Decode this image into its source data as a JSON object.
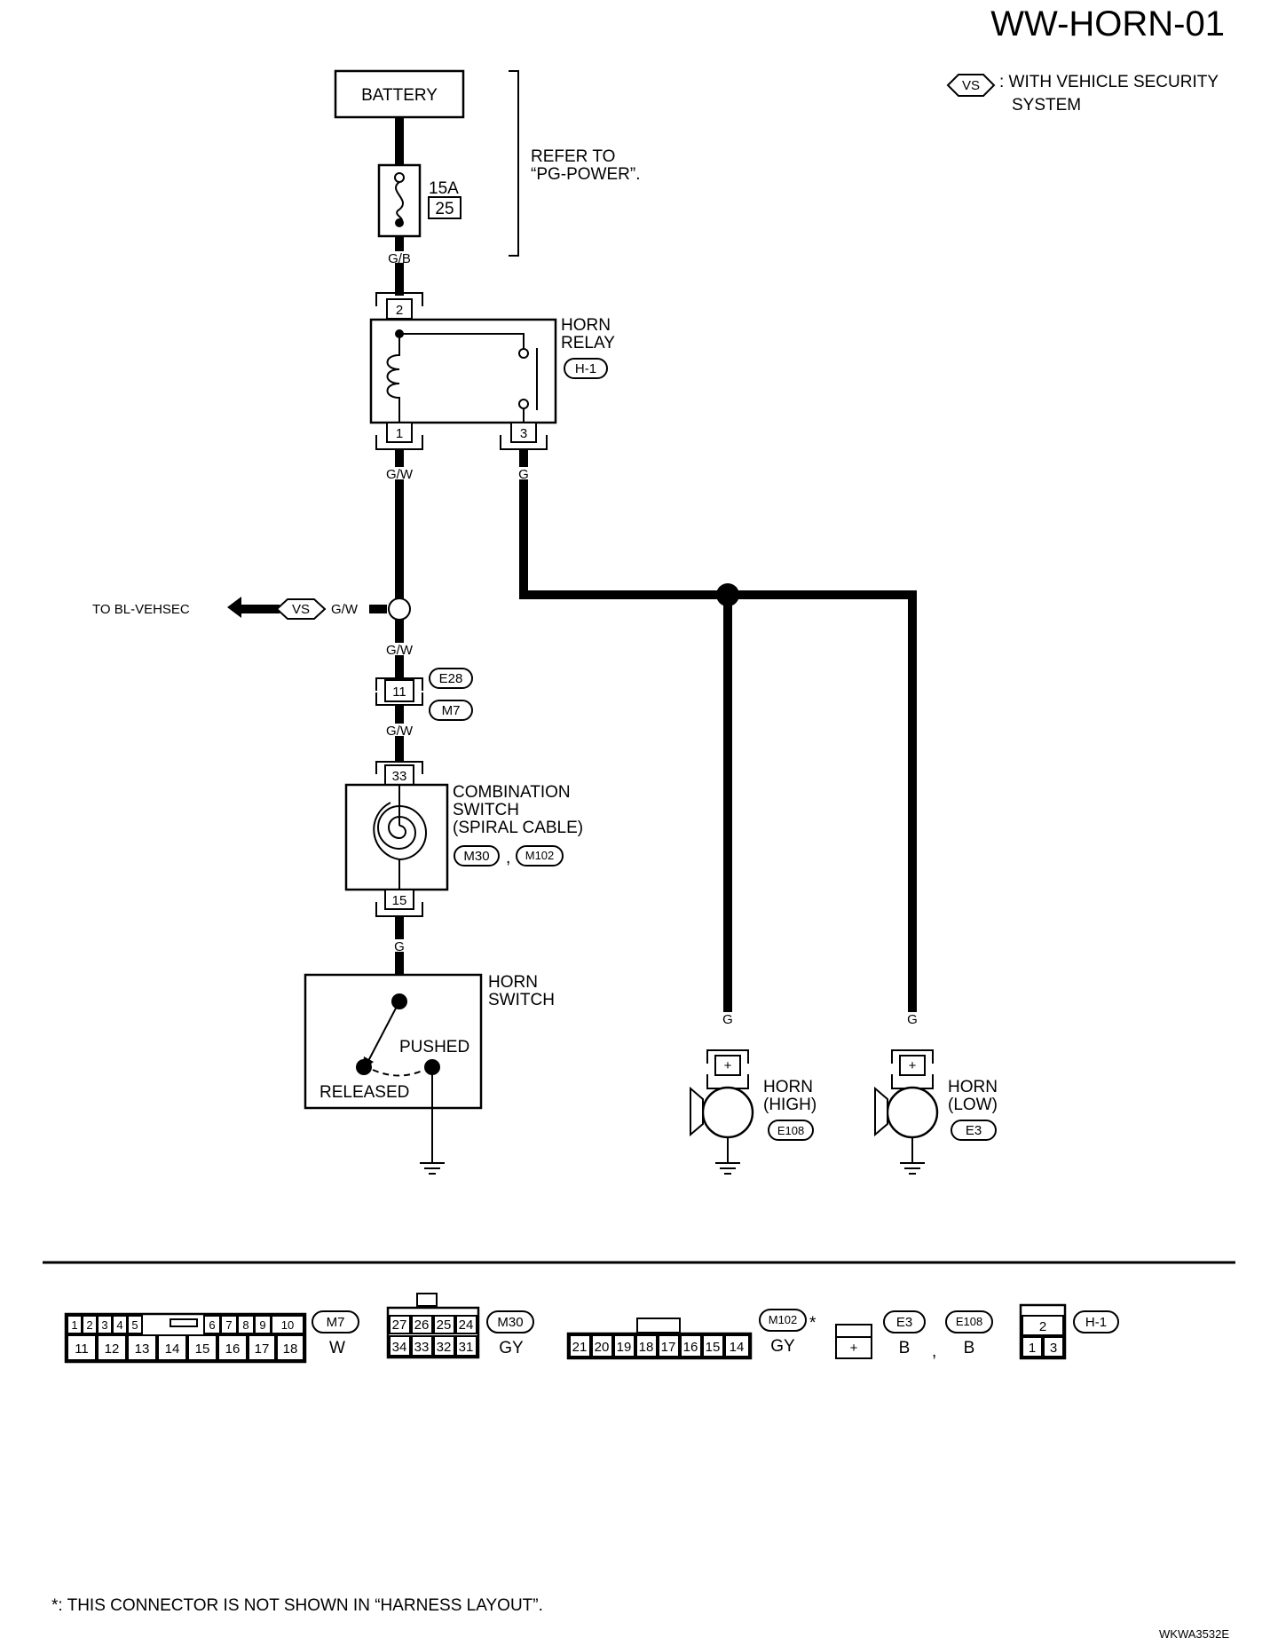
{
  "title": "WW-HORN-01",
  "legend": {
    "tag": "VS",
    "text_line1": ": WITH VEHICLE SECURITY",
    "text_line2": "SYSTEM"
  },
  "battery": {
    "label": "BATTERY"
  },
  "fuse": {
    "rating": "15A",
    "number": "25"
  },
  "refer": {
    "line1": "REFER TO",
    "line2": "“PG-POWER”."
  },
  "wires": {
    "gb": "G/B",
    "gw_relay": "G/W",
    "g_relay": "G",
    "gw_branch": "G/W",
    "gw_above_conn": "G/W",
    "gw_below_conn": "G/W",
    "g_switch": "G",
    "g_horn_high": "G",
    "g_horn_low": "G"
  },
  "relay": {
    "line1": "HORN",
    "line2": "RELAY",
    "conn": "H-1",
    "pin_top": "2",
    "pin_left": "1",
    "pin_right": "3"
  },
  "branch": {
    "label": "TO BL-VEHSEC",
    "tag": "VS"
  },
  "inline_connector": {
    "pin": "11",
    "conn_upper": "E28",
    "conn_lower": "M7"
  },
  "combination_switch": {
    "line1": "COMBINATION",
    "line2": "SWITCH",
    "line3": "(SPIRAL CABLE)",
    "conn1": "M30",
    "sep": ",",
    "conn2": "M102",
    "pin_top": "33",
    "pin_bottom": "15"
  },
  "horn_switch": {
    "line1": "HORN",
    "line2": "SWITCH",
    "pushed": "PUSHED",
    "released": "RELEASED"
  },
  "horn_high": {
    "line1": "HORN",
    "line2": "(HIGH)",
    "conn": "E108",
    "pin": "+"
  },
  "horn_low": {
    "line1": "HORN",
    "line2": "(LOW)",
    "conn": "E3",
    "pin": "+"
  },
  "connectors": {
    "m7": {
      "id": "M7",
      "color": "W",
      "top_pins": [
        "1",
        "2",
        "3",
        "4",
        "5",
        "6",
        "7",
        "8",
        "9",
        "10"
      ],
      "bottom_pins": [
        "11",
        "12",
        "13",
        "14",
        "15",
        "16",
        "17",
        "18"
      ]
    },
    "m30": {
      "id": "M30",
      "color": "GY",
      "top_pins": [
        "27",
        "26",
        "25",
        "24"
      ],
      "bottom_pins": [
        "34",
        "33",
        "32",
        "31"
      ]
    },
    "m102": {
      "id": "M102",
      "star": "*",
      "color": "GY",
      "pins": [
        "21",
        "20",
        "19",
        "18",
        "17",
        "16",
        "15",
        "14"
      ]
    },
    "e3": {
      "id": "E3",
      "color": "B",
      "pin": "+"
    },
    "sep": ",",
    "e108": {
      "id": "E108",
      "color": "B"
    },
    "h1": {
      "id": "H-1",
      "top_pin": "2",
      "bottom_pins": [
        "1",
        "3"
      ]
    }
  },
  "footnote": "*: THIS CONNECTOR IS NOT SHOWN IN “HARNESS LAYOUT”.",
  "code": "WKWA3532E"
}
